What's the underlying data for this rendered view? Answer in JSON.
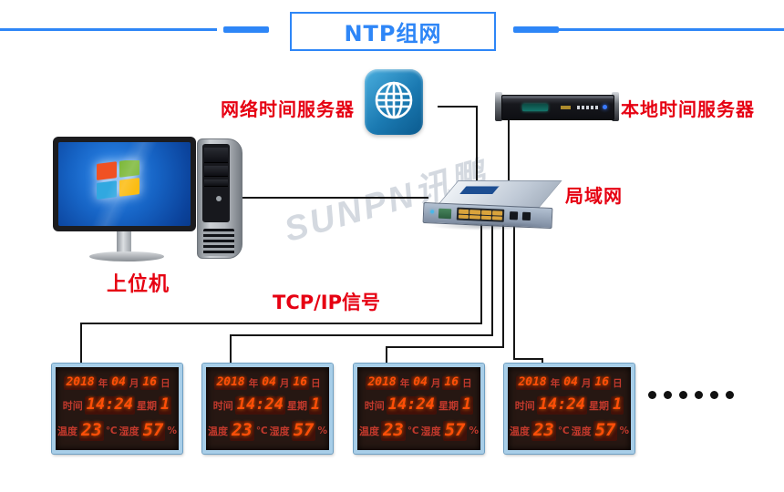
{
  "banner": {
    "title": "NTP组网",
    "accent_color": "#2E86F7"
  },
  "labels": {
    "network_time_server": "网络时间服务器",
    "local_time_server": "本地时间服务器",
    "lan": "局域网",
    "host_computer": "上位机",
    "tcpip_signal": "TCP/IP信号",
    "label_color": "#E60012"
  },
  "watermark": "SUNPN讯鹏",
  "icons": {
    "globe_icon": "globe",
    "windows_logo": "windows-flag"
  },
  "clock": {
    "year": "2018",
    "year_unit": "年",
    "month": "04",
    "month_unit": "月",
    "day": "16",
    "day_unit": "日",
    "time_label": "时间",
    "time": "14:24",
    "week_label": "星期",
    "week": "1",
    "temp_label": "温度",
    "temp": "23",
    "temp_unit": "℃",
    "humidity_label": "湿度",
    "humidity": "57",
    "humidity_unit": "%",
    "display_count": 4,
    "led_color": "#FF4E08",
    "frame_color": "#A8CEE8"
  },
  "more_devices_dot_count": 6
}
